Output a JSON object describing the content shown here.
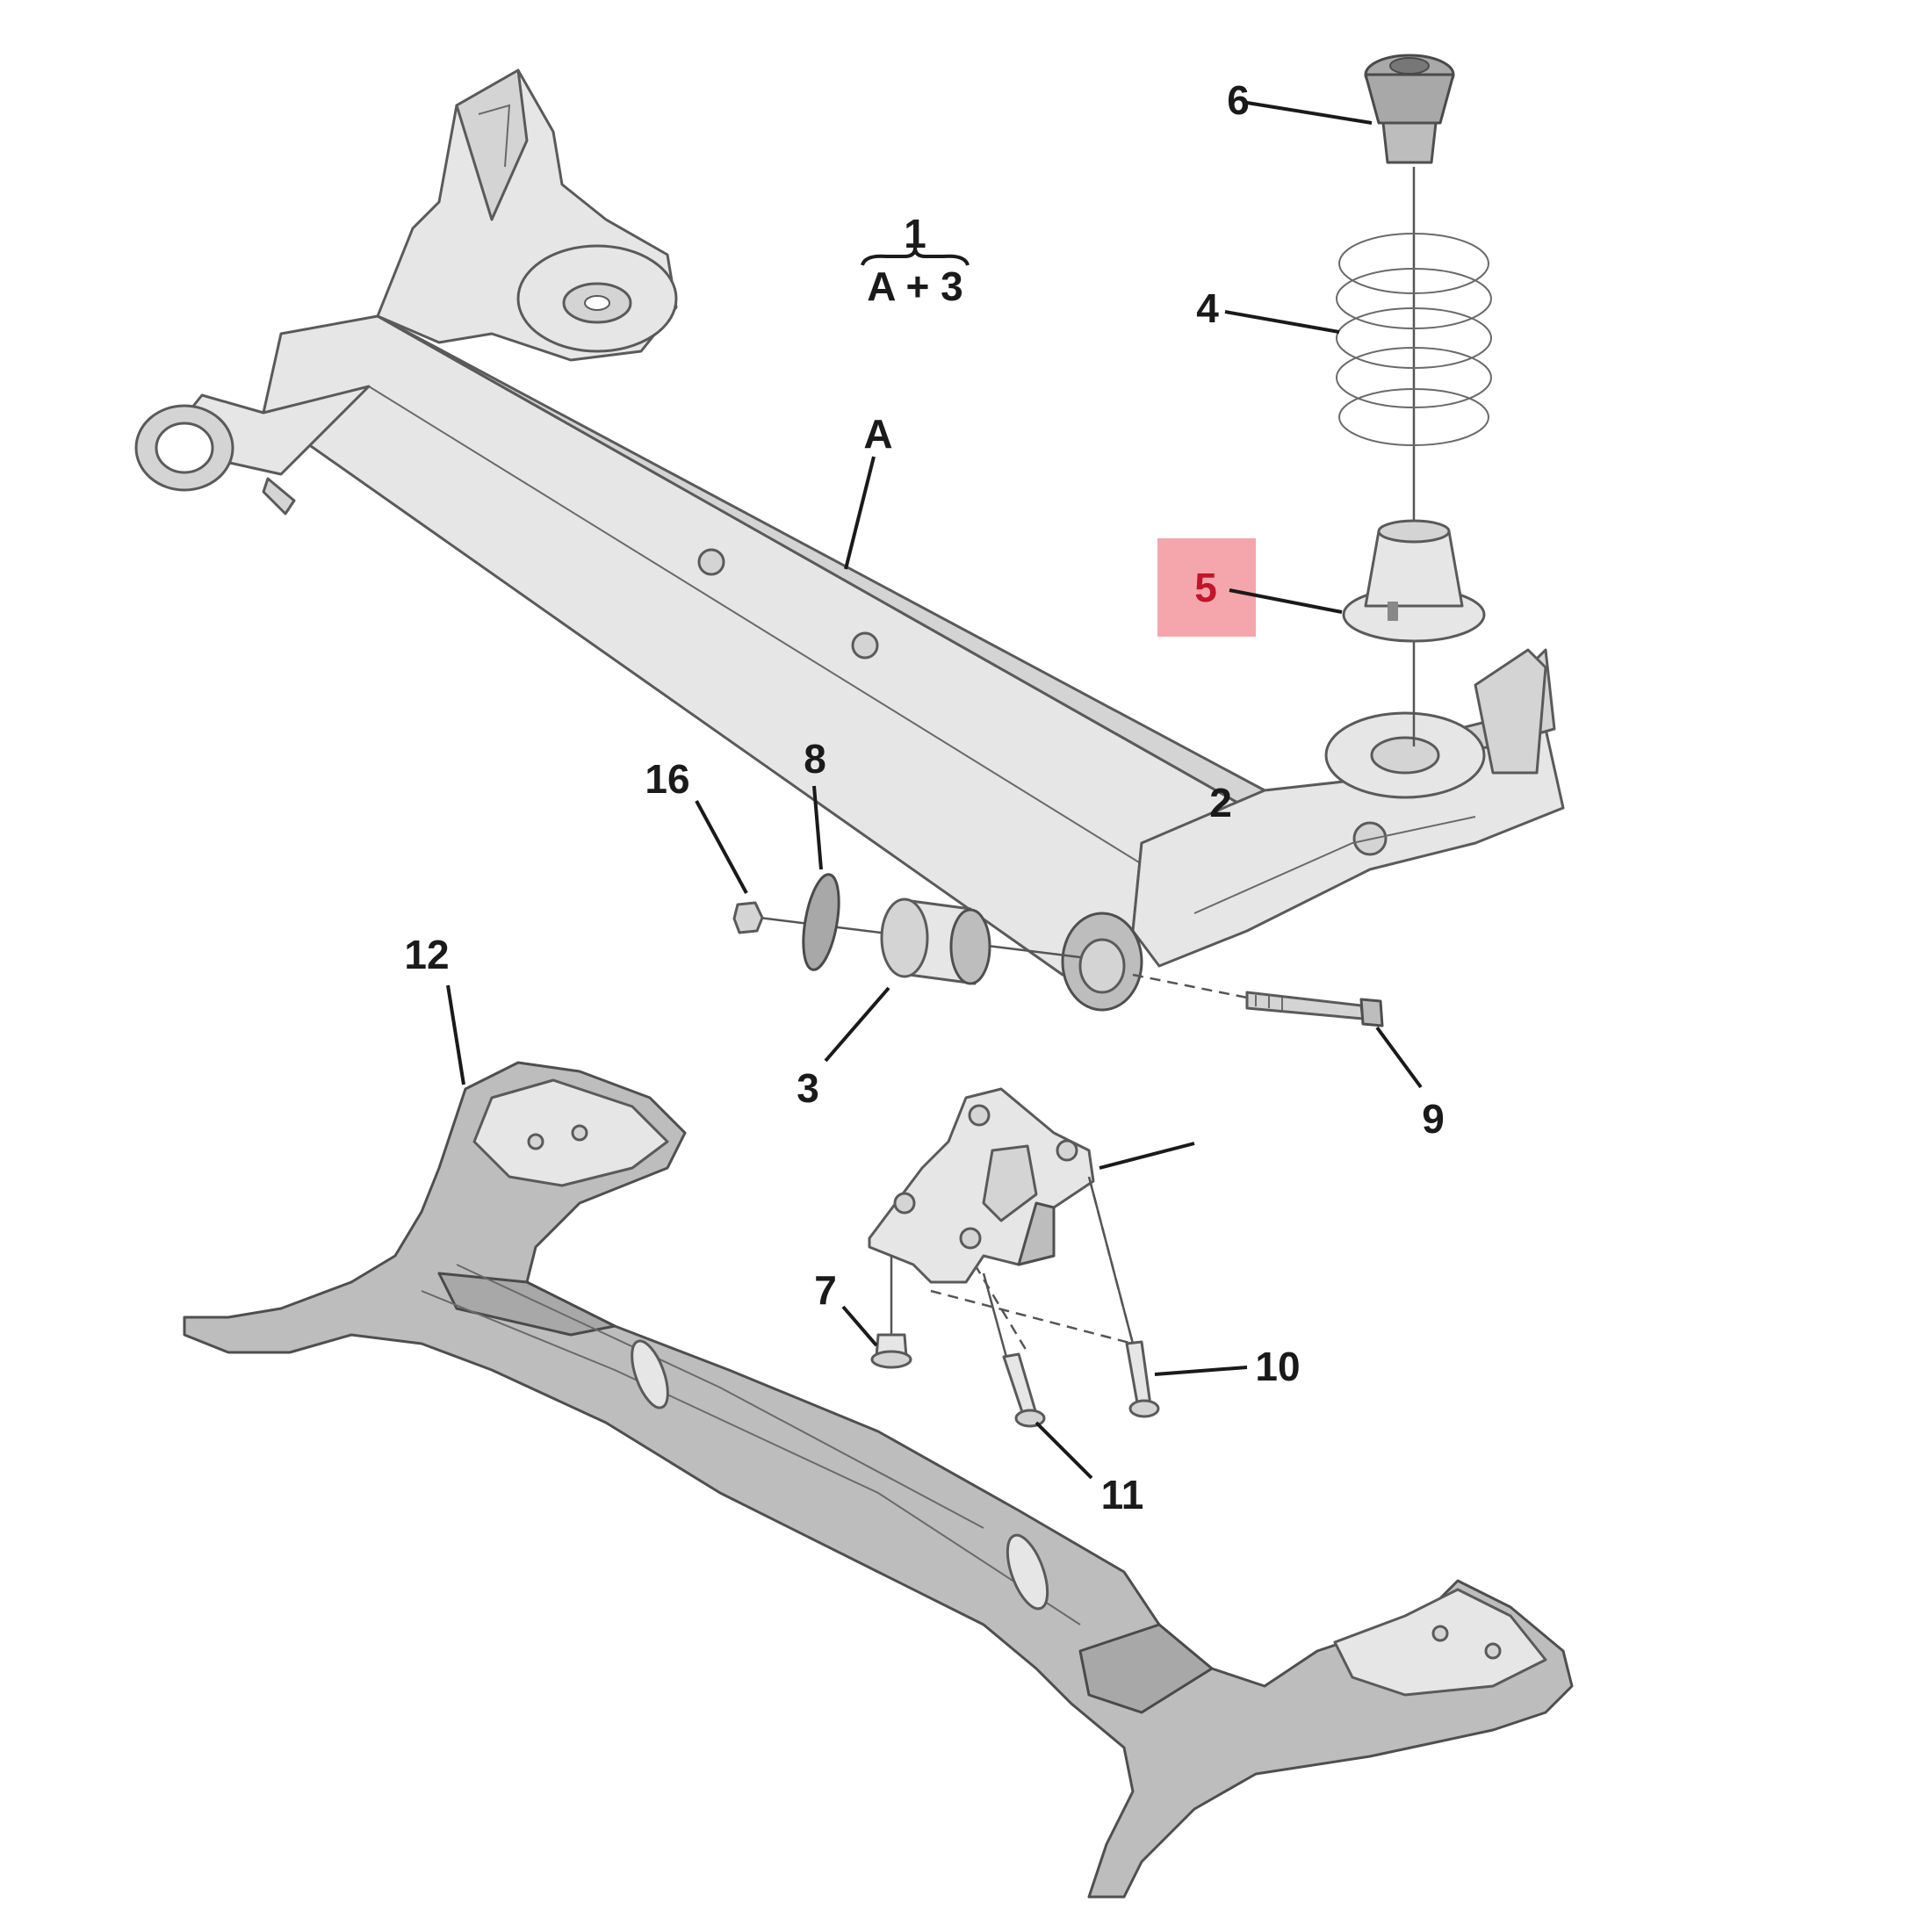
{
  "diagram": {
    "formula": {
      "top": "1",
      "bottom": "A + 3"
    },
    "callouts": [
      {
        "id": "A",
        "text": "A"
      },
      {
        "id": "2",
        "text": "2"
      },
      {
        "id": "3",
        "text": "3"
      },
      {
        "id": "4",
        "text": "4"
      },
      {
        "id": "5",
        "text": "5",
        "highlighted": true
      },
      {
        "id": "6",
        "text": "6"
      },
      {
        "id": "7",
        "text": "7"
      },
      {
        "id": "8",
        "text": "8"
      },
      {
        "id": "9",
        "text": "9"
      },
      {
        "id": "10",
        "text": "10"
      },
      {
        "id": "11",
        "text": "11"
      },
      {
        "id": "12",
        "text": "12"
      },
      {
        "id": "16",
        "text": "16"
      }
    ],
    "highlight_color": "#f4a6ac",
    "highlight_text_color": "#c2142a"
  }
}
